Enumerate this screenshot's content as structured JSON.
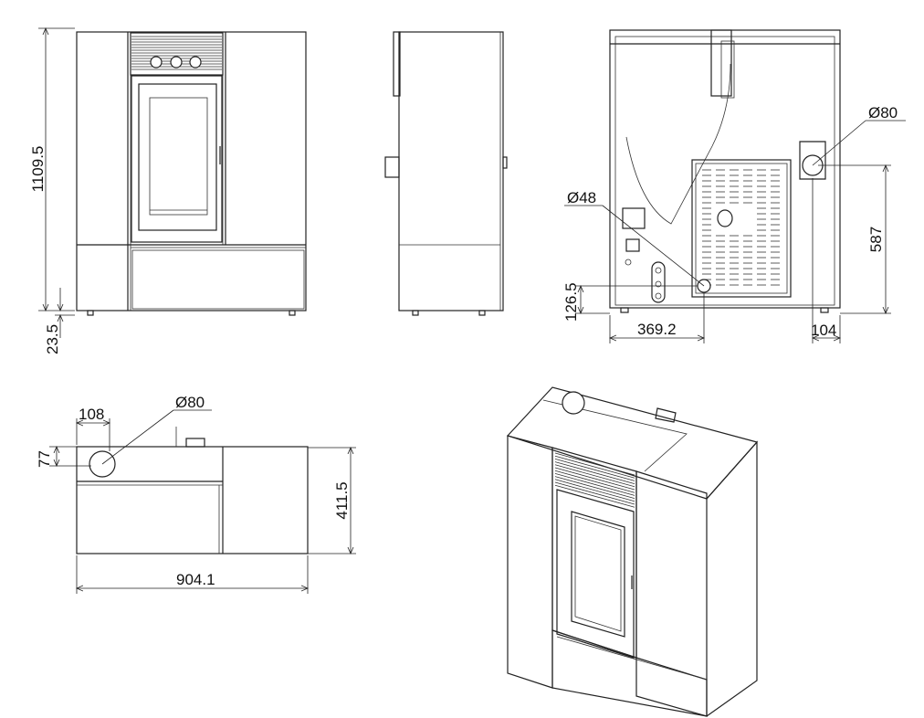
{
  "dimensions": {
    "front_height": "1109.5",
    "front_foot": "23.5",
    "back_flue_diameter": "Ø80",
    "back_inlet_diameter": "Ø48",
    "back_inlet_height": "126.5",
    "back_inlet_offset": "369.2",
    "back_flue_height": "587",
    "back_flue_offset": "104",
    "top_flue_offset": "108",
    "top_flue_diameter": "Ø80",
    "top_flue_depth": "77",
    "top_depth": "411.5",
    "top_width": "904.1"
  },
  "colors": {
    "line": "#222222",
    "background": "#ffffff"
  }
}
